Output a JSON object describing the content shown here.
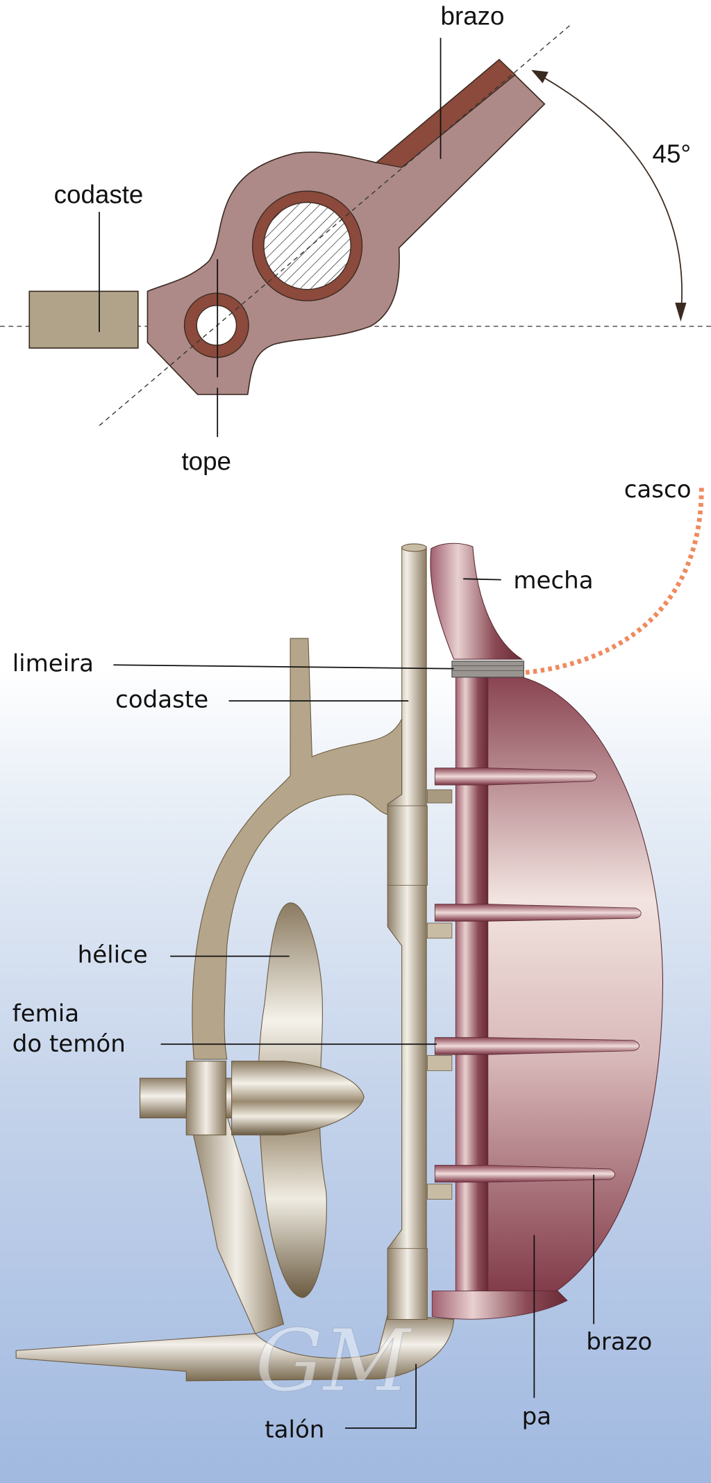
{
  "top_view": {
    "labels": {
      "brazo": "brazo",
      "angle": "45°",
      "codaste": "codaste",
      "tope": "tope"
    }
  },
  "side_view": {
    "labels": {
      "casco": "casco",
      "mecha": "mecha",
      "limeira": "limeira",
      "codaste": "codaste",
      "helice": "hélice",
      "femia_line1": "femia",
      "femia_line2": "do temón",
      "brazo": "brazo",
      "pa": "pa",
      "talon": "talón"
    },
    "watermark": "GM"
  },
  "colors": {
    "tiller_fill": "#ad8a88",
    "tiller_dark": "#8b4a3c",
    "codaste_fill": "#b0a38a",
    "hull_dotted": "#f08a5d",
    "rudder": "#8e4a55",
    "bronze": "#a89a80"
  }
}
